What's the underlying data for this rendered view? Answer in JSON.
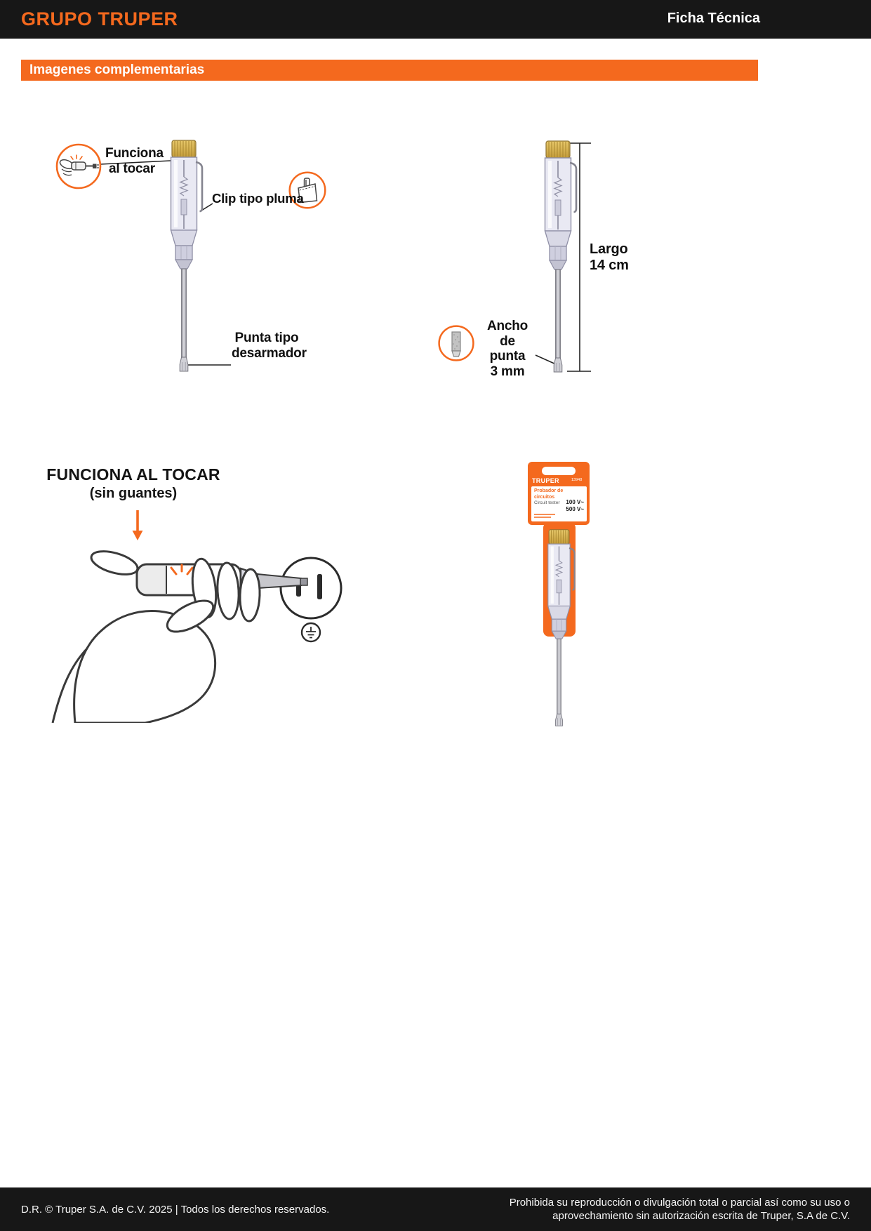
{
  "header": {
    "brand": "GRUPO TRUPER",
    "doc_title": "Ficha Técnica"
  },
  "section": {
    "title": "Imagenes complementarias"
  },
  "features_diagram": {
    "touch": {
      "line1": "Funciona",
      "line2": "al tocar"
    },
    "clip": {
      "label": "Clip tipo pluma"
    },
    "tip": {
      "line1": "Punta tipo",
      "line2": "desarmador"
    }
  },
  "dimensions_diagram": {
    "length": {
      "line1": "Largo",
      "line2": "14 cm"
    },
    "tip_width": {
      "line1": "Ancho de",
      "line2": "punta",
      "line3": "3 mm"
    }
  },
  "usage_diagram": {
    "title": "FUNCIONA AL TOCAR",
    "subtitle": "(sin guantes)"
  },
  "package": {
    "brand": "TRUPER",
    "sku": "13948",
    "name_es": "Probador de circuitos",
    "name_en": "Circuit tester",
    "voltage_low": "100 V~",
    "voltage_high": "500 V~"
  },
  "footer": {
    "copyright": "D.R. © Truper S.A. de C.V. 2025 | Todos los derechos reservados.",
    "notice_line1": "Prohibida su reproducción o divulgación total o parcial así como su uso o",
    "notice_line2": "aprovechamiento sin autorización escrita de Truper, S.A de C.V."
  },
  "colors": {
    "accent_orange": "#F4691E",
    "bar_black": "#171717"
  }
}
